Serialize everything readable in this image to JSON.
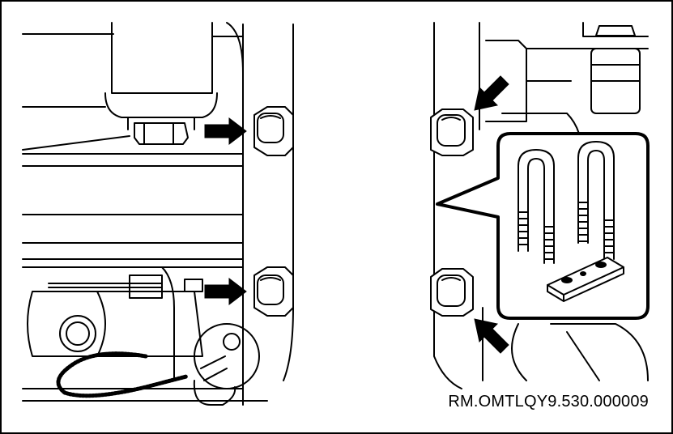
{
  "figure": {
    "reference_code": "RM.OMTLQY9.530.000009",
    "line_color": "#000000",
    "background": "#ffffff",
    "left_view": {
      "callout_arrows": [
        "arrow-upper-bolt",
        "arrow-lower-bolt"
      ]
    },
    "right_view": {
      "callout_arrows": [
        "arrow-upper-bolt",
        "arrow-lower-bolt"
      ],
      "inset_parts": [
        "u-bolt",
        "u-bolt",
        "clamp-plate"
      ]
    }
  }
}
